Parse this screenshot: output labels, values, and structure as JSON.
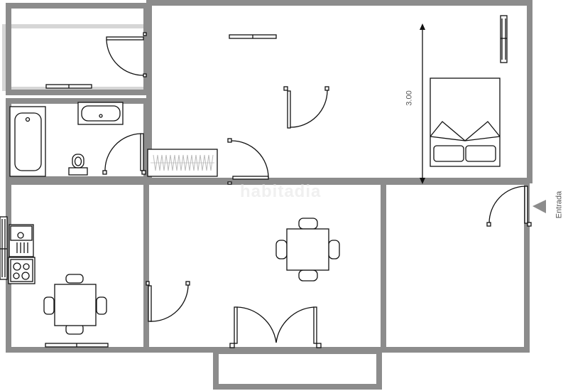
{
  "plan": {
    "watermark": "habitadia",
    "dimension_label": "3.00",
    "entrance_label": "Entrada",
    "colors": {
      "wall": "#8c8c8c",
      "line": "#111111",
      "arrow": "#8c8c8c",
      "terrace": "#d6d6d6"
    }
  },
  "rooms": [
    {
      "name": "terrace-top-left"
    },
    {
      "name": "bathroom",
      "fixtures": [
        "bathtub",
        "sink",
        "toilet"
      ]
    },
    {
      "name": "bedroom",
      "fixtures": [
        "double-bed",
        "window",
        "wardrobe"
      ]
    },
    {
      "name": "kitchen",
      "fixtures": [
        "sink",
        "cooktop",
        "table",
        "4 chairs"
      ]
    },
    {
      "name": "living-room",
      "fixtures": [
        "table",
        "4 chairs",
        "double-door"
      ]
    },
    {
      "name": "hall"
    },
    {
      "name": "balcony"
    }
  ]
}
